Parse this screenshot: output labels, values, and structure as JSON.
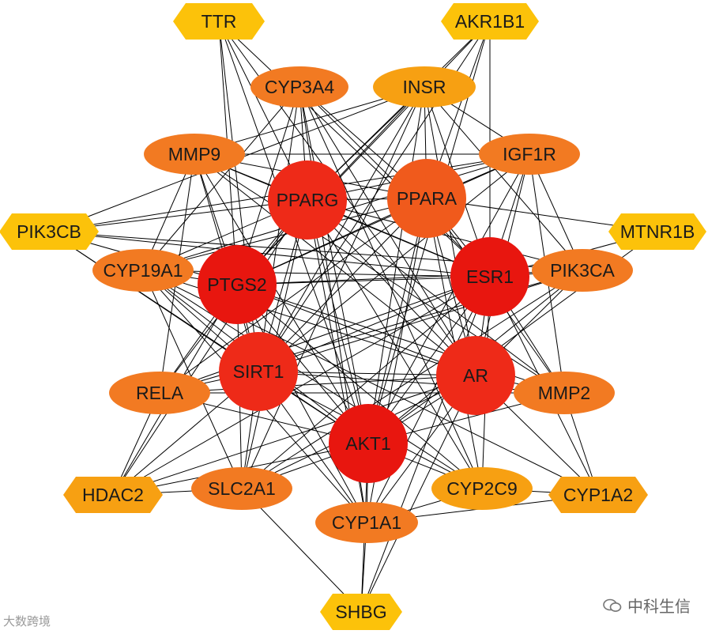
{
  "colors": {
    "core": "#ee2a18",
    "core_dark": "#e8160f",
    "mid": "#f05a1c",
    "outer": "#f27a22",
    "orange": "#f7a012",
    "yellow": "#fcc20a",
    "edge": "#000000"
  },
  "nodes": [
    {
      "id": "TTR",
      "label": "TTR",
      "shape": "hexagon",
      "tier": "yellow"
    },
    {
      "id": "AKR1B1",
      "label": "AKR1B1",
      "shape": "hexagon",
      "tier": "yellow"
    },
    {
      "id": "CYP3A4",
      "label": "CYP3A4",
      "shape": "ellipse",
      "tier": "outer"
    },
    {
      "id": "INSR",
      "label": "INSR",
      "shape": "ellipse",
      "tier": "orange"
    },
    {
      "id": "MMP9",
      "label": "MMP9",
      "shape": "ellipse",
      "tier": "outer"
    },
    {
      "id": "IGF1R",
      "label": "IGF1R",
      "shape": "ellipse",
      "tier": "outer"
    },
    {
      "id": "PPARG",
      "label": "PPARG",
      "shape": "circle",
      "tier": "core"
    },
    {
      "id": "PPARA",
      "label": "PPARA",
      "shape": "circle",
      "tier": "mid"
    },
    {
      "id": "PIK3CB",
      "label": "PIK3CB",
      "shape": "hexagon",
      "tier": "yellow"
    },
    {
      "id": "MTNR1B",
      "label": "MTNR1B",
      "shape": "hexagon",
      "tier": "yellow"
    },
    {
      "id": "CYP19A1",
      "label": "CYP19A1",
      "shape": "ellipse",
      "tier": "outer"
    },
    {
      "id": "PTGS2",
      "label": "PTGS2",
      "shape": "circle",
      "tier": "core_dark"
    },
    {
      "id": "ESR1",
      "label": "ESR1",
      "shape": "circle",
      "tier": "core_dark"
    },
    {
      "id": "PIK3CA",
      "label": "PIK3CA",
      "shape": "ellipse",
      "tier": "outer"
    },
    {
      "id": "SIRT1",
      "label": "SIRT1",
      "shape": "circle",
      "tier": "core"
    },
    {
      "id": "AR",
      "label": "AR",
      "shape": "circle",
      "tier": "core"
    },
    {
      "id": "RELA",
      "label": "RELA",
      "shape": "ellipse",
      "tier": "outer"
    },
    {
      "id": "MMP2",
      "label": "MMP2",
      "shape": "ellipse",
      "tier": "outer"
    },
    {
      "id": "AKT1",
      "label": "AKT1",
      "shape": "circle",
      "tier": "core_dark"
    },
    {
      "id": "HDAC2",
      "label": "HDAC2",
      "shape": "hexagon",
      "tier": "orange"
    },
    {
      "id": "SLC2A1",
      "label": "SLC2A1",
      "shape": "ellipse",
      "tier": "outer"
    },
    {
      "id": "CYP2C9",
      "label": "CYP2C9",
      "shape": "ellipse",
      "tier": "orange"
    },
    {
      "id": "CYP1A2",
      "label": "CYP1A2",
      "shape": "hexagon",
      "tier": "orange"
    },
    {
      "id": "CYP1A1",
      "label": "CYP1A1",
      "shape": "ellipse",
      "tier": "outer"
    },
    {
      "id": "SHBG",
      "label": "SHBG",
      "shape": "hexagon",
      "tier": "yellow"
    }
  ],
  "edges": [
    [
      "TTR",
      "PPARG"
    ],
    [
      "TTR",
      "ESR1"
    ],
    [
      "TTR",
      "SIRT1"
    ],
    [
      "TTR",
      "AR"
    ],
    [
      "TTR",
      "AKT1"
    ],
    [
      "TTR",
      "PTGS2"
    ],
    [
      "AKR1B1",
      "PPARG"
    ],
    [
      "AKR1B1",
      "PPARA"
    ],
    [
      "AKR1B1",
      "ESR1"
    ],
    [
      "AKR1B1",
      "AKT1"
    ],
    [
      "AKR1B1",
      "SIRT1"
    ],
    [
      "AKR1B1",
      "PTGS2"
    ],
    [
      "CYP3A4",
      "PPARG"
    ],
    [
      "CYP3A4",
      "PPARA"
    ],
    [
      "CYP3A4",
      "ESR1"
    ],
    [
      "CYP3A4",
      "AR"
    ],
    [
      "CYP3A4",
      "AKT1"
    ],
    [
      "CYP3A4",
      "CYP1A1"
    ],
    [
      "CYP3A4",
      "CYP2C9"
    ],
    [
      "CYP3A4",
      "CYP19A1"
    ],
    [
      "CYP3A4",
      "PTGS2"
    ],
    [
      "CYP3A4",
      "SIRT1"
    ],
    [
      "INSR",
      "PPARG"
    ],
    [
      "INSR",
      "PPARA"
    ],
    [
      "INSR",
      "AKT1"
    ],
    [
      "INSR",
      "IGF1R"
    ],
    [
      "INSR",
      "PIK3CA"
    ],
    [
      "INSR",
      "SIRT1"
    ],
    [
      "INSR",
      "PTGS2"
    ],
    [
      "INSR",
      "ESR1"
    ],
    [
      "INSR",
      "MMP9"
    ],
    [
      "INSR",
      "SLC2A1"
    ],
    [
      "INSR",
      "AR"
    ],
    [
      "INSR",
      "PIK3CB"
    ],
    [
      "MMP9",
      "PPARG"
    ],
    [
      "MMP9",
      "PPARA"
    ],
    [
      "MMP9",
      "PTGS2"
    ],
    [
      "MMP9",
      "ESR1"
    ],
    [
      "MMP9",
      "AKT1"
    ],
    [
      "MMP9",
      "SIRT1"
    ],
    [
      "MMP9",
      "AR"
    ],
    [
      "MMP9",
      "MMP2"
    ],
    [
      "MMP9",
      "RELA"
    ],
    [
      "MMP9",
      "IGF1R"
    ],
    [
      "MMP9",
      "CYP19A1"
    ],
    [
      "IGF1R",
      "PPARG"
    ],
    [
      "IGF1R",
      "PPARA"
    ],
    [
      "IGF1R",
      "ESR1"
    ],
    [
      "IGF1R",
      "AKT1"
    ],
    [
      "IGF1R",
      "PTGS2"
    ],
    [
      "IGF1R",
      "SIRT1"
    ],
    [
      "IGF1R",
      "AR"
    ],
    [
      "IGF1R",
      "PIK3CA"
    ],
    [
      "IGF1R",
      "PIK3CB"
    ],
    [
      "IGF1R",
      "MMP2"
    ],
    [
      "IGF1R",
      "CYP19A1"
    ],
    [
      "PPARG",
      "PPARA"
    ],
    [
      "PPARG",
      "PTGS2"
    ],
    [
      "PPARG",
      "ESR1"
    ],
    [
      "PPARG",
      "SIRT1"
    ],
    [
      "PPARG",
      "AR"
    ],
    [
      "PPARG",
      "AKT1"
    ],
    [
      "PPARG",
      "RELA"
    ],
    [
      "PPARG",
      "MMP2"
    ],
    [
      "PPARG",
      "PIK3CA"
    ],
    [
      "PPARG",
      "CYP19A1"
    ],
    [
      "PPARG",
      "SLC2A1"
    ],
    [
      "PPARG",
      "CYP1A1"
    ],
    [
      "PPARG",
      "HDAC2"
    ],
    [
      "PPARG",
      "CYP2C9"
    ],
    [
      "PPARG",
      "PIK3CB"
    ],
    [
      "PPARA",
      "PTGS2"
    ],
    [
      "PPARA",
      "ESR1"
    ],
    [
      "PPARA",
      "SIRT1"
    ],
    [
      "PPARA",
      "AR"
    ],
    [
      "PPARA",
      "AKT1"
    ],
    [
      "PPARA",
      "RELA"
    ],
    [
      "PPARA",
      "CYP1A1"
    ],
    [
      "PPARA",
      "CYP19A1"
    ],
    [
      "PPARA",
      "MTNR1B"
    ],
    [
      "PPARA",
      "MMP2"
    ],
    [
      "PPARA",
      "CYP2C9"
    ],
    [
      "PIK3CB",
      "PTGS2"
    ],
    [
      "PIK3CB",
      "ESR1"
    ],
    [
      "PIK3CB",
      "AKT1"
    ],
    [
      "PIK3CB",
      "SIRT1"
    ],
    [
      "PIK3CB",
      "PIK3CA"
    ],
    [
      "MTNR1B",
      "ESR1"
    ],
    [
      "MTNR1B",
      "AKT1"
    ],
    [
      "CYP19A1",
      "PTGS2"
    ],
    [
      "CYP19A1",
      "ESR1"
    ],
    [
      "CYP19A1",
      "AR"
    ],
    [
      "CYP19A1",
      "AKT1"
    ],
    [
      "CYP19A1",
      "SIRT1"
    ],
    [
      "CYP19A1",
      "CYP1A1"
    ],
    [
      "CYP19A1",
      "CYP1A2"
    ],
    [
      "CYP19A1",
      "SLC2A1"
    ],
    [
      "CYP19A1",
      "CYP2C9"
    ],
    [
      "PTGS2",
      "ESR1"
    ],
    [
      "PTGS2",
      "SIRT1"
    ],
    [
      "PTGS2",
      "AR"
    ],
    [
      "PTGS2",
      "AKT1"
    ],
    [
      "PTGS2",
      "RELA"
    ],
    [
      "PTGS2",
      "MMP2"
    ],
    [
      "PTGS2",
      "PIK3CA"
    ],
    [
      "PTGS2",
      "CYP1A1"
    ],
    [
      "PTGS2",
      "SLC2A1"
    ],
    [
      "PTGS2",
      "HDAC2"
    ],
    [
      "PTGS2",
      "CYP2C9"
    ],
    [
      "ESR1",
      "SIRT1"
    ],
    [
      "ESR1",
      "AR"
    ],
    [
      "ESR1",
      "AKT1"
    ],
    [
      "ESR1",
      "PIK3CA"
    ],
    [
      "ESR1",
      "RELA"
    ],
    [
      "ESR1",
      "MMP2"
    ],
    [
      "ESR1",
      "CYP1A1"
    ],
    [
      "ESR1",
      "CYP1A2"
    ],
    [
      "ESR1",
      "SLC2A1"
    ],
    [
      "ESR1",
      "HDAC2"
    ],
    [
      "ESR1",
      "SHBG"
    ],
    [
      "ESR1",
      "CYP2C9"
    ],
    [
      "PIK3CA",
      "SIRT1"
    ],
    [
      "PIK3CA",
      "AKT1"
    ],
    [
      "PIK3CA",
      "AR"
    ],
    [
      "PIK3CA",
      "RELA"
    ],
    [
      "PIK3CA",
      "SLC2A1"
    ],
    [
      "SIRT1",
      "AR"
    ],
    [
      "SIRT1",
      "AKT1"
    ],
    [
      "SIRT1",
      "RELA"
    ],
    [
      "SIRT1",
      "HDAC2"
    ],
    [
      "SIRT1",
      "CYP1A1"
    ],
    [
      "SIRT1",
      "SLC2A1"
    ],
    [
      "SIRT1",
      "MMP2"
    ],
    [
      "SIRT1",
      "CYP2C9"
    ],
    [
      "AR",
      "AKT1"
    ],
    [
      "AR",
      "MMP2"
    ],
    [
      "AR",
      "RELA"
    ],
    [
      "AR",
      "CYP1A1"
    ],
    [
      "AR",
      "CYP1A2"
    ],
    [
      "AR",
      "SHBG"
    ],
    [
      "AR",
      "SLC2A1"
    ],
    [
      "AR",
      "HDAC2"
    ],
    [
      "RELA",
      "AKT1"
    ],
    [
      "RELA",
      "HDAC2"
    ],
    [
      "RELA",
      "MMP2"
    ],
    [
      "MMP2",
      "AKT1"
    ],
    [
      "MMP2",
      "CYP1A2"
    ],
    [
      "AKT1",
      "HDAC2"
    ],
    [
      "AKT1",
      "SLC2A1"
    ],
    [
      "AKT1",
      "CYP1A1"
    ],
    [
      "AKT1",
      "CYP2C9"
    ],
    [
      "AKT1",
      "SHBG"
    ],
    [
      "CYP2C9",
      "CYP1A2"
    ],
    [
      "CYP2C9",
      "CYP1A1"
    ],
    [
      "CYP1A2",
      "CYP1A1"
    ],
    [
      "SHBG",
      "SLC2A1"
    ],
    [
      "SHBG",
      "CYP1A1"
    ],
    [
      "HDAC2",
      "SLC2A1"
    ]
  ],
  "watermark_left": "大数跨境",
  "watermark_right": "中科生信"
}
